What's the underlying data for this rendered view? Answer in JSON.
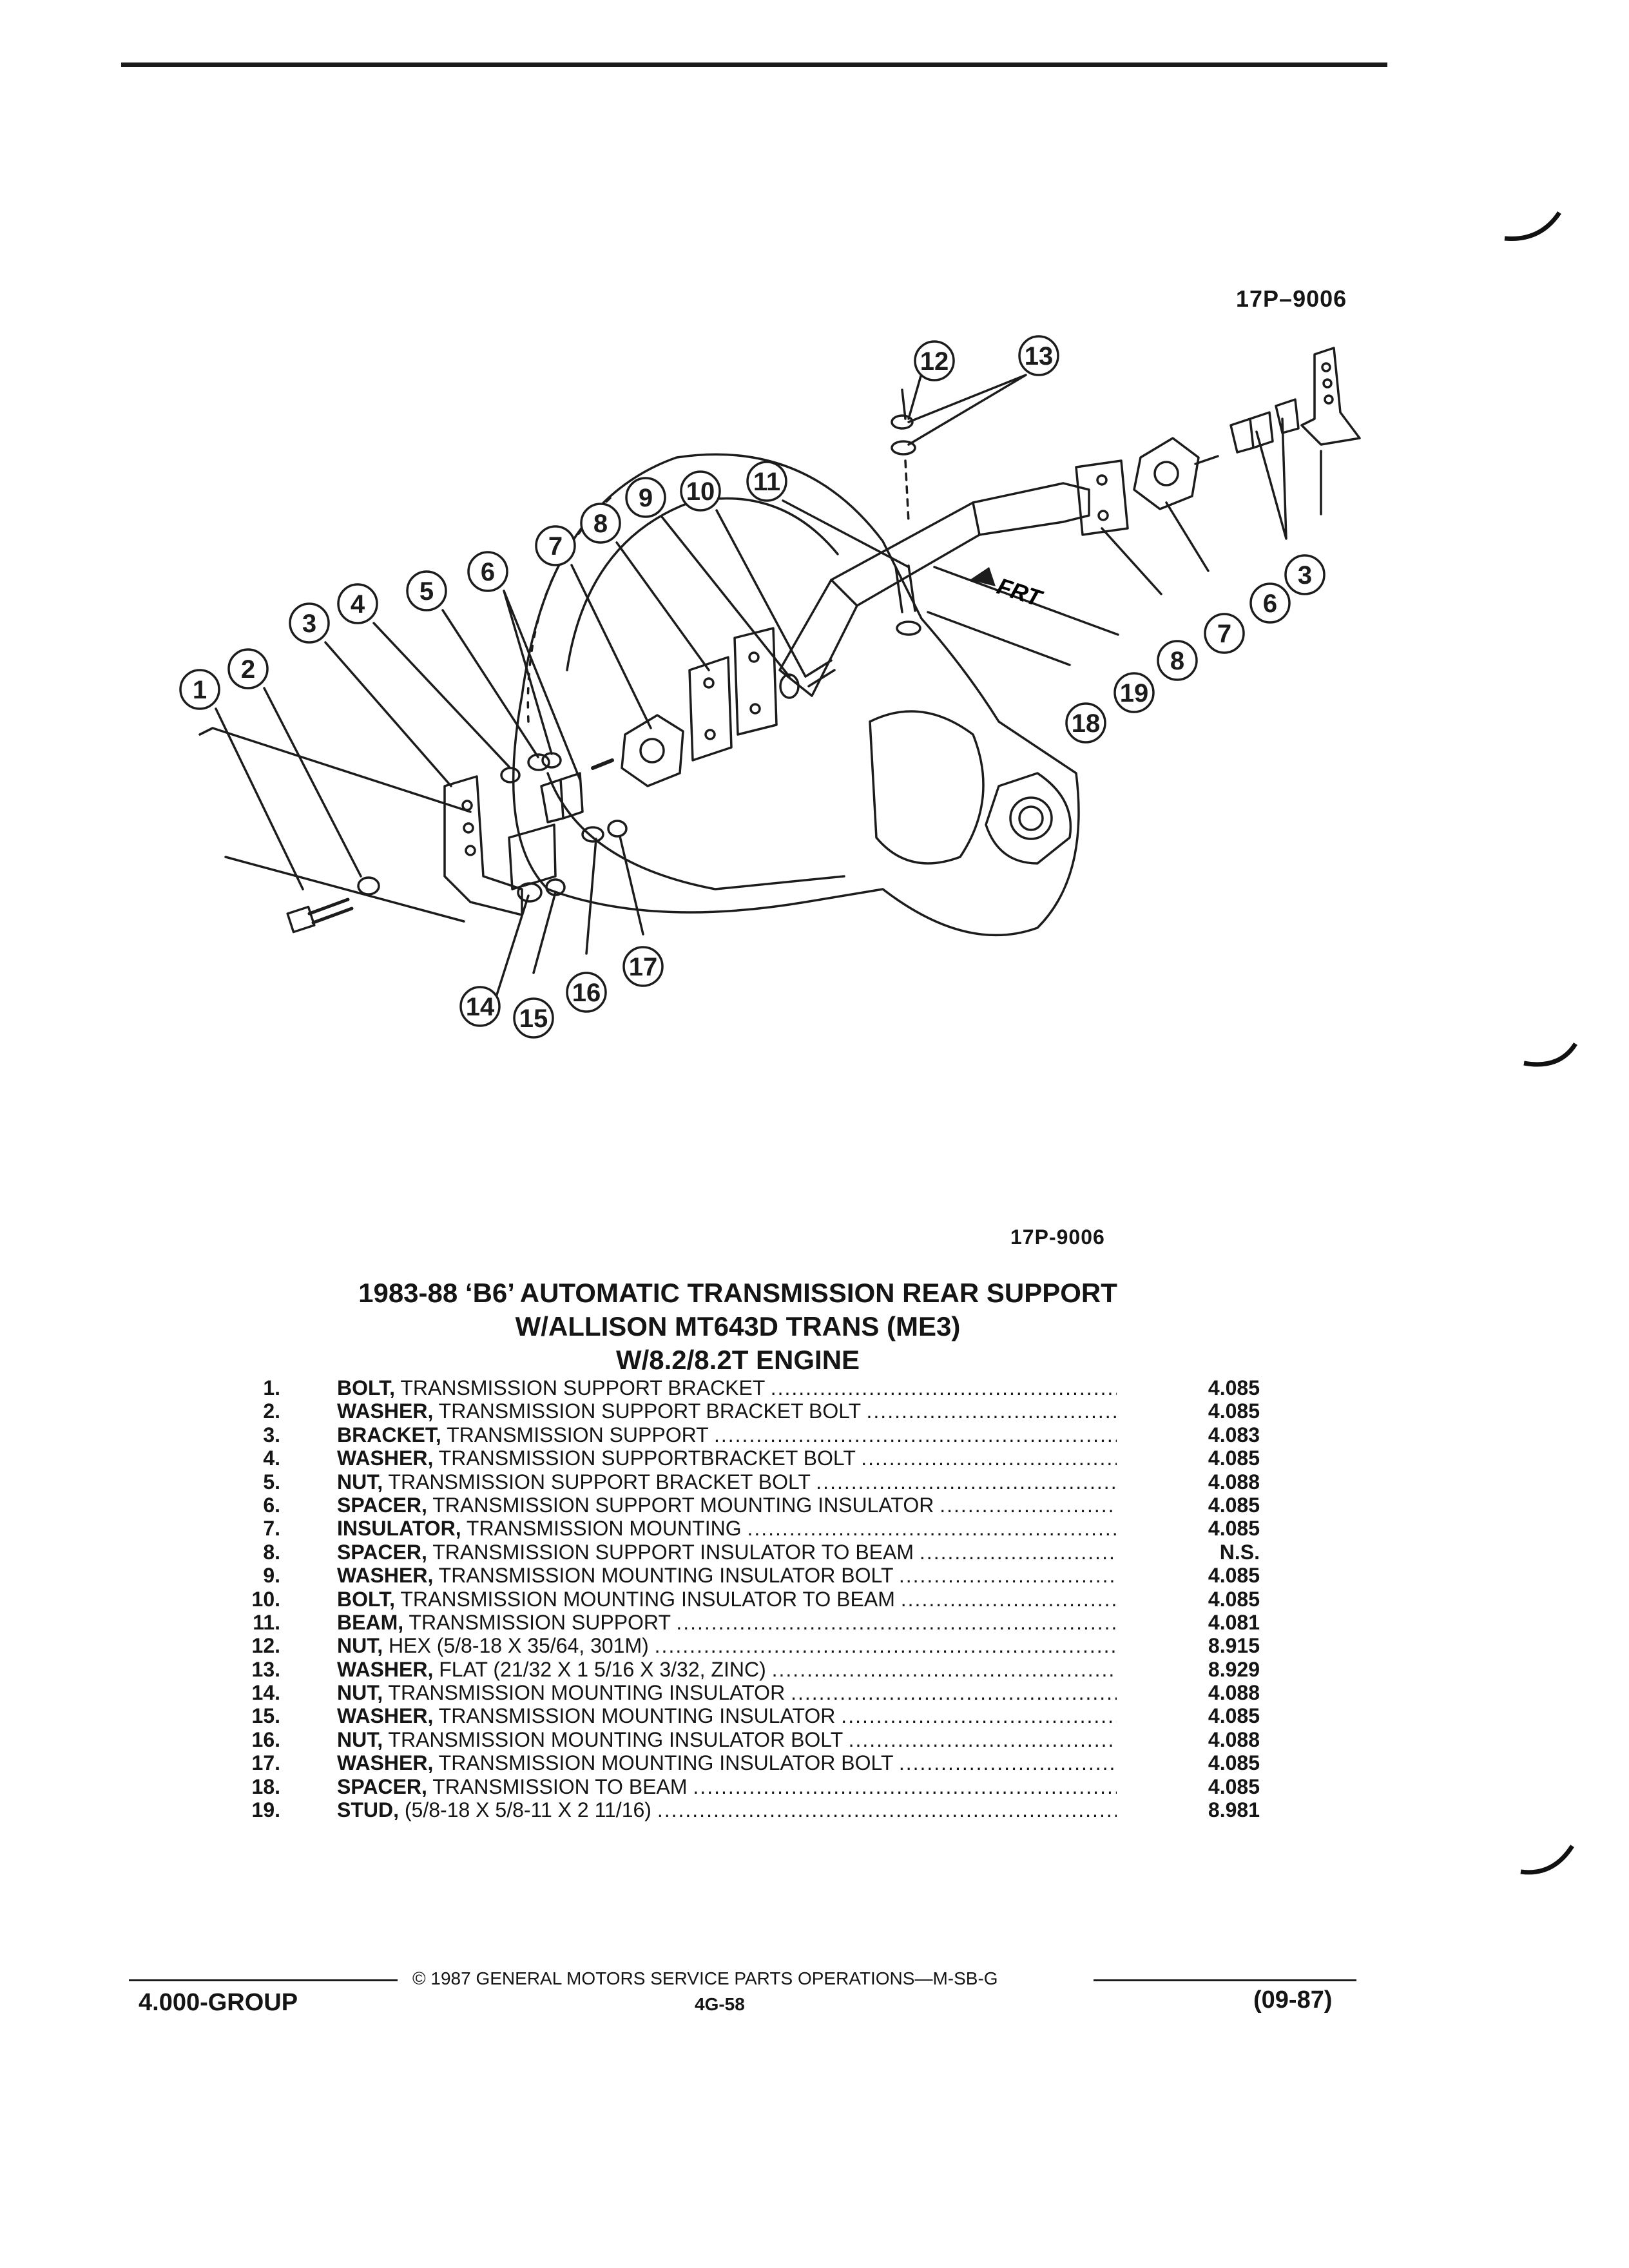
{
  "figure_code_top": "17P–9006",
  "figure_code_bottom": "17P-9006",
  "diagram": {
    "labels": [
      "1",
      "2",
      "3",
      "4",
      "5",
      "6",
      "7",
      "8",
      "9",
      "10",
      "11",
      "12",
      "13",
      "3",
      "6",
      "7",
      "8",
      "19",
      "18",
      "14",
      "15",
      "16",
      "17"
    ],
    "front_arrow": "FRT"
  },
  "title": {
    "line1": "1983-88 ‘B6’ AUTOMATIC TRANSMISSION REAR SUPPORT",
    "line2": "W/ALLISON MT643D TRANS (ME3)",
    "line3": "W/8.2/8.2T ENGINE"
  },
  "parts": [
    {
      "num": "1.",
      "name": "BOLT,",
      "desc": "TRANSMISSION SUPPORT BRACKET",
      "group": "4.085"
    },
    {
      "num": "2.",
      "name": "WASHER,",
      "desc": "TRANSMISSION SUPPORT BRACKET BOLT",
      "group": "4.085"
    },
    {
      "num": "3.",
      "name": "BRACKET,",
      "desc": "TRANSMISSION SUPPORT",
      "group": "4.083"
    },
    {
      "num": "4.",
      "name": "WASHER,",
      "desc": "TRANSMISSION SUPPORTBRACKET BOLT",
      "group": "4.085"
    },
    {
      "num": "5.",
      "name": "NUT,",
      "desc": "TRANSMISSION SUPPORT BRACKET BOLT",
      "group": "4.088"
    },
    {
      "num": "6.",
      "name": "SPACER,",
      "desc": "TRANSMISSION SUPPORT MOUNTING INSULATOR",
      "group": "4.085"
    },
    {
      "num": "7.",
      "name": "INSULATOR,",
      "desc": "TRANSMISSION MOUNTING",
      "group": "4.085"
    },
    {
      "num": "8.",
      "name": "SPACER,",
      "desc": "TRANSMISSION SUPPORT INSULATOR TO BEAM",
      "group": "N.S."
    },
    {
      "num": "9.",
      "name": "WASHER,",
      "desc": "TRANSMISSION MOUNTING INSULATOR BOLT",
      "group": "4.085"
    },
    {
      "num": "10.",
      "name": "BOLT,",
      "desc": "TRANSMISSION MOUNTING INSULATOR TO BEAM",
      "group": "4.085"
    },
    {
      "num": "11.",
      "name": "BEAM,",
      "desc": "TRANSMISSION SUPPORT",
      "group": "4.081"
    },
    {
      "num": "12.",
      "name": "NUT,",
      "desc": "HEX (5/8-18 X 35/64, 301M)",
      "group": "8.915"
    },
    {
      "num": "13.",
      "name": "WASHER,",
      "desc": "FLAT (21/32 X 1 5/16 X 3/32, ZINC)",
      "group": "8.929"
    },
    {
      "num": "14.",
      "name": "NUT,",
      "desc": "TRANSMISSION MOUNTING INSULATOR",
      "group": "4.088"
    },
    {
      "num": "15.",
      "name": "WASHER,",
      "desc": "TRANSMISSION MOUNTING INSULATOR",
      "group": "4.085"
    },
    {
      "num": "16.",
      "name": "NUT,",
      "desc": "TRANSMISSION MOUNTING INSULATOR BOLT",
      "group": "4.088"
    },
    {
      "num": "17.",
      "name": "WASHER,",
      "desc": "TRANSMISSION MOUNTING INSULATOR BOLT",
      "group": "4.085"
    },
    {
      "num": "18.",
      "name": "SPACER,",
      "desc": "TRANSMISSION TO BEAM",
      "group": "4.085"
    },
    {
      "num": "19.",
      "name": "STUD,",
      "desc": "(5/8-18 X 5/8-11 X 2 11/16)",
      "group": "8.981"
    }
  ],
  "footer": {
    "copyright": "© 1987 GENERAL MOTORS SERVICE PARTS OPERATIONS—M-SB-G",
    "group": "4.000-GROUP",
    "page": "4G-58",
    "date": "(09-87)"
  }
}
